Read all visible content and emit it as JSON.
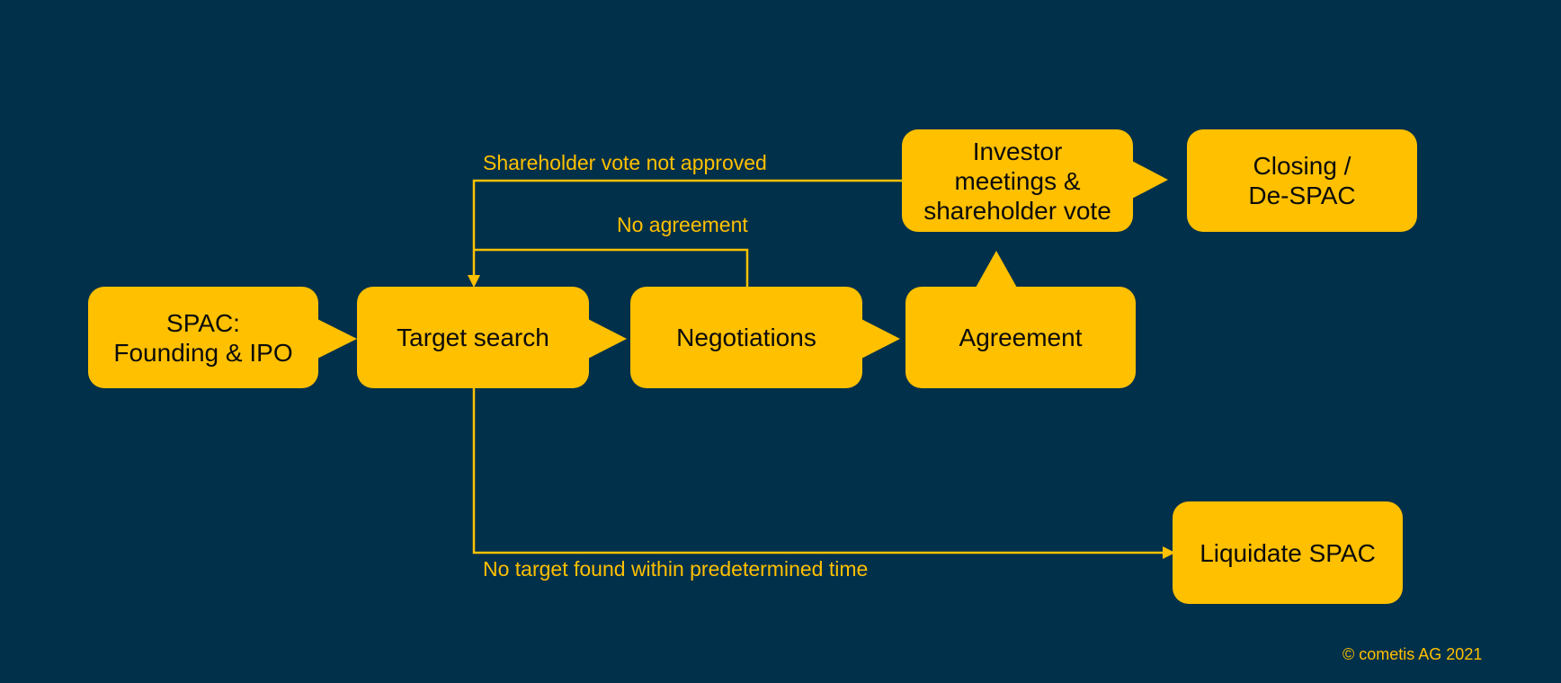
{
  "diagram": {
    "nodes": {
      "spac_founding": "SPAC:\nFounding & IPO",
      "target_search": "Target search",
      "negotiations": "Negotiations",
      "agreement": "Agreement",
      "investor_meetings": "Investor\nmeetings &\nshareholder vote",
      "closing": "Closing /\nDe-SPAC",
      "liquidate": "Liquidate SPAC"
    },
    "edge_labels": {
      "vote_not_approved": "Shareholder vote not approved",
      "no_agreement": "No agreement",
      "no_target_found": "No target found within predetermined time"
    }
  },
  "footer": {
    "copyright": "© cometis AG 2021"
  },
  "colors": {
    "background": "#01304a",
    "accent": "#ffc000",
    "text": "#0b0b0b"
  }
}
